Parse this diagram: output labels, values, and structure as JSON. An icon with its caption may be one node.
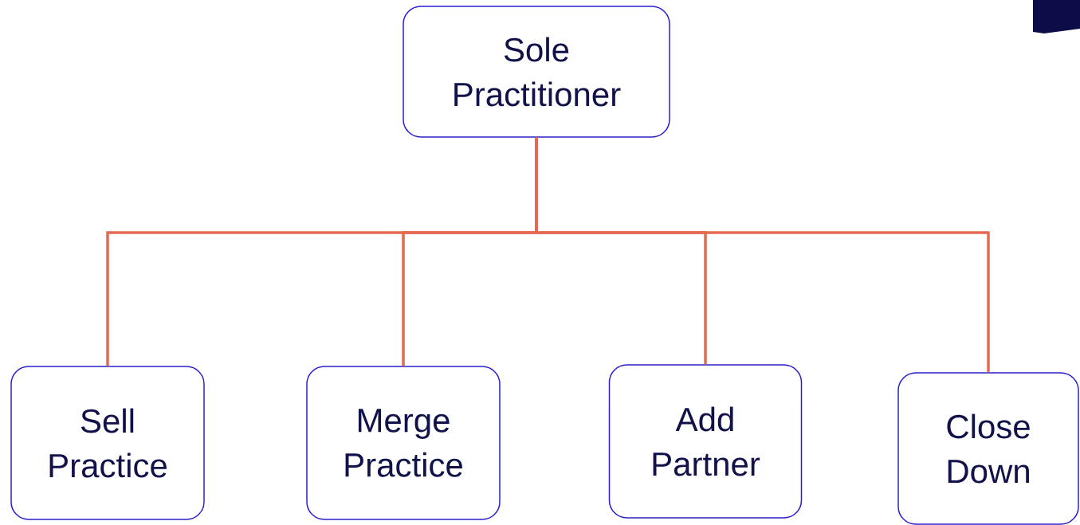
{
  "diagram": {
    "nodes": [
      {
        "text": [
          "Sole Practitioner"
        ]
      },
      {
        "text": [
          "Sell Practice"
        ]
      },
      {
        "text": [
          "Merge Practice"
        ]
      },
      {
        "text": [
          "Add Partner"
        ]
      },
      {
        "text": [
          "Close Down"
        ]
      }
    ],
    "edges": [
      {
        "from": 0,
        "to": 1,
        "arrow": "none"
      },
      {
        "from": 0,
        "to": 2,
        "arrow": "none"
      },
      {
        "from": 0,
        "to": 3,
        "arrow": "none"
      },
      {
        "from": 0,
        "to": 4,
        "arrow": "none"
      }
    ]
  }
}
